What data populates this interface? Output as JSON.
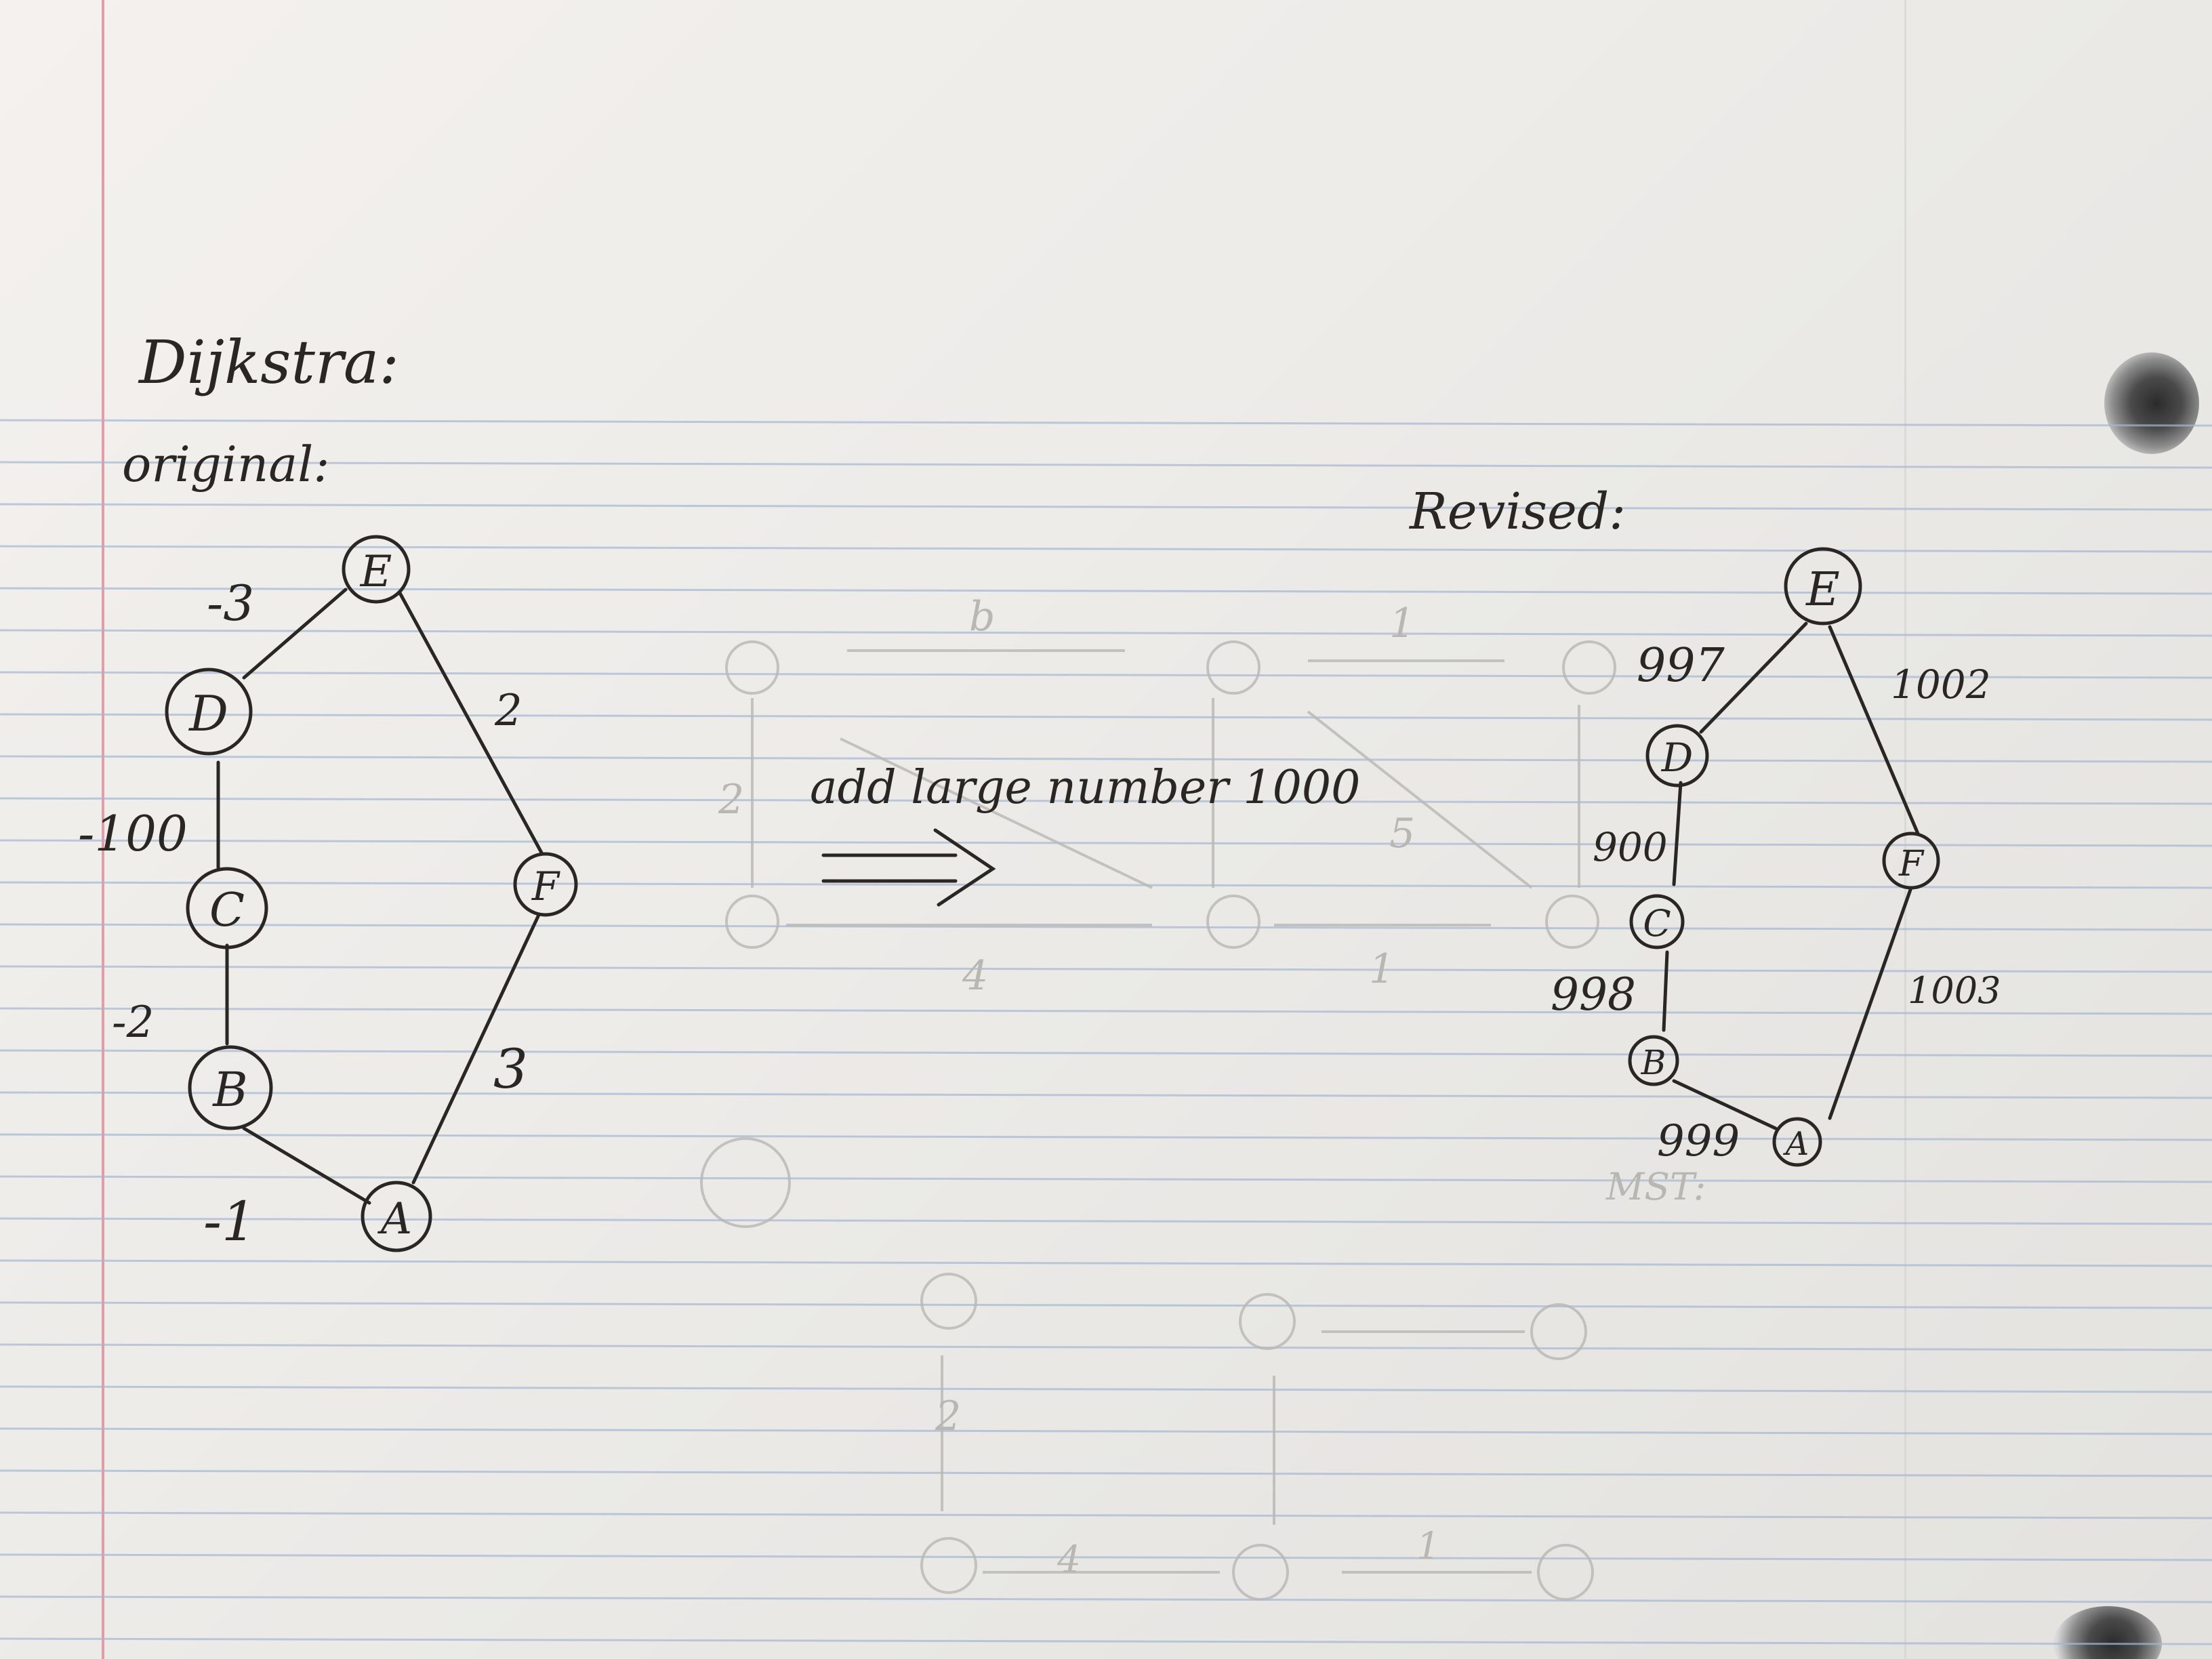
{
  "heading": "Dijkstra:",
  "original_label": "original:",
  "revised_label": "Revised:",
  "transform_note": "add large number 1000",
  "original_graph": {
    "nodes": [
      "E",
      "D",
      "C",
      "B",
      "A",
      "F"
    ],
    "edges": [
      {
        "from": "E",
        "to": "D",
        "weight": "-3"
      },
      {
        "from": "D",
        "to": "C",
        "weight": "-100"
      },
      {
        "from": "C",
        "to": "B",
        "weight": "-2"
      },
      {
        "from": "B",
        "to": "A",
        "weight": "-1"
      },
      {
        "from": "E",
        "to": "F",
        "weight": "2"
      },
      {
        "from": "F",
        "to": "A",
        "weight": "3"
      }
    ]
  },
  "revised_graph": {
    "nodes": [
      "E",
      "D",
      "C",
      "B",
      "A",
      "F"
    ],
    "edges": [
      {
        "from": "E",
        "to": "D",
        "weight": "997"
      },
      {
        "from": "D",
        "to": "C",
        "weight": "900"
      },
      {
        "from": "C",
        "to": "B",
        "weight": "998"
      },
      {
        "from": "B",
        "to": "A",
        "weight": "999"
      },
      {
        "from": "E",
        "to": "F",
        "weight": "1002"
      },
      {
        "from": "F",
        "to": "A",
        "weight": "1003"
      }
    ]
  },
  "colors": {
    "ink": "#2a2624",
    "paper": "#eeedeb",
    "rule": "#9fb2cf",
    "margin": "#d98b98"
  }
}
